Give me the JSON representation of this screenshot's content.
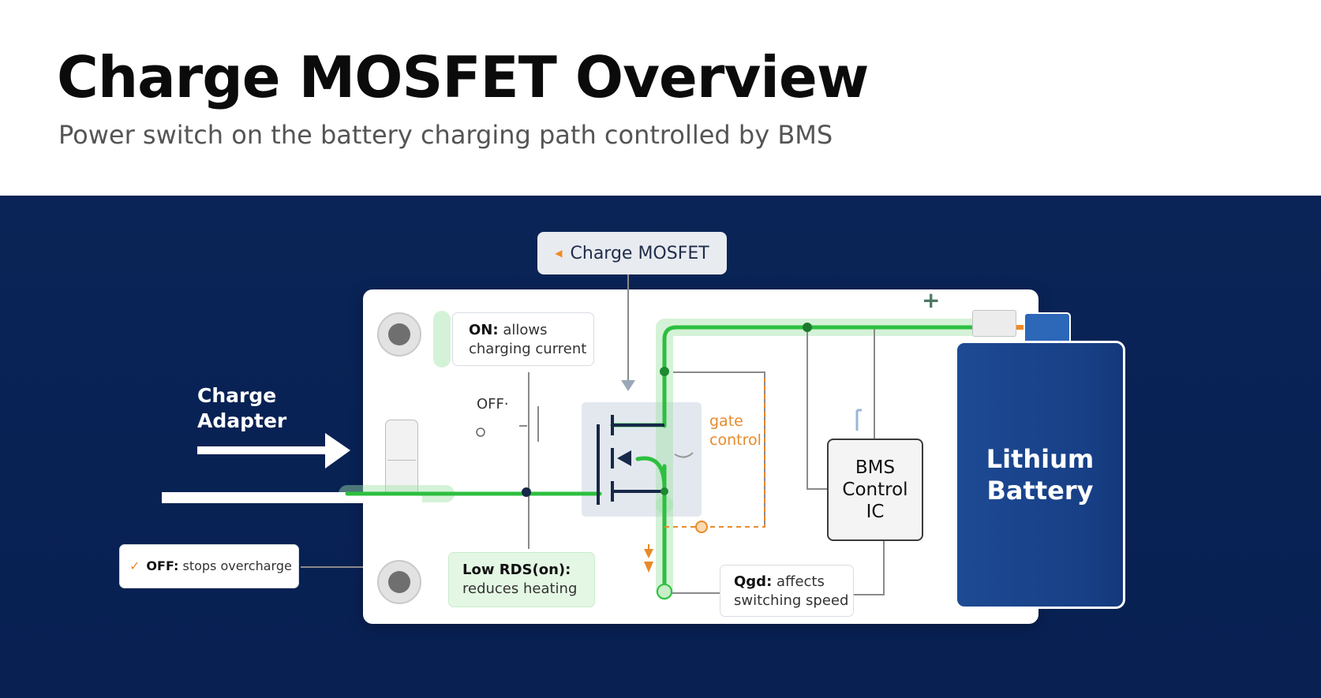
{
  "header": {
    "title": "Charge MOSFET Overview",
    "subtitle": "Power switch on the battery charging path controlled by BMS"
  },
  "diagram": {
    "mosfet_tag": "Charge MOSFET",
    "adapter_label_line1": "Charge",
    "adapter_label_line2": "Adapter",
    "off_small_label": "OFF·",
    "gate_label_line1": "gate",
    "gate_label_line2": "control",
    "bms_line1": "BMS",
    "bms_line2": "Control",
    "bms_line3": "IC",
    "battery_line1": "Lithium",
    "battery_line2": "Battery",
    "battery_plus": "+",
    "callouts": {
      "on_bold": "ON:",
      "on_text1": "allows",
      "on_text2": "charging current",
      "off_bold": "OFF:",
      "off_text": "stops overcharge",
      "rds_bold": "Low RDS(on):",
      "rds_text": "reduces heating",
      "qgd_bold": "Qgd:",
      "qgd_text1": "affects",
      "qgd_text2": "switching speed"
    },
    "colors": {
      "current_path": "#2dbf3f",
      "gate_signal": "#e88a2a",
      "background": "#0a2457",
      "battery": "#1d4a94"
    }
  }
}
